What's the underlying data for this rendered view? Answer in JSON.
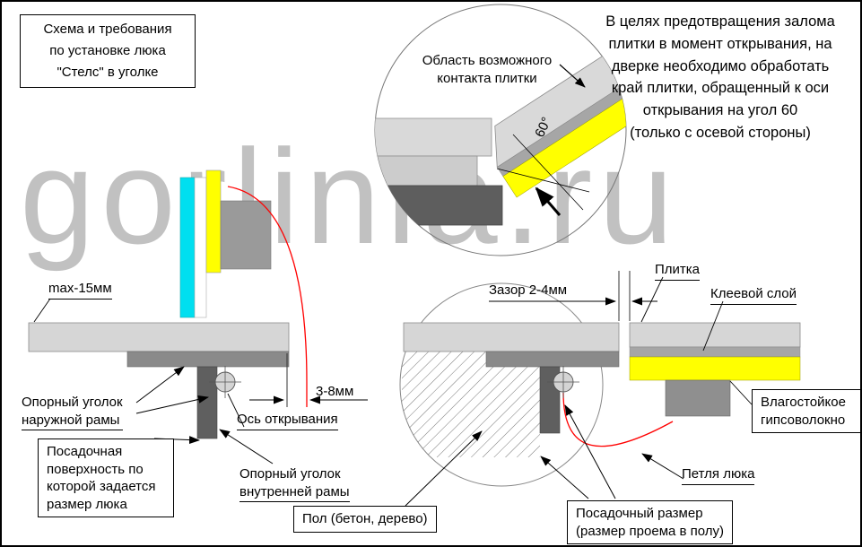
{
  "watermark": "gorlinia.ru",
  "title_box": {
    "text": "Схема и требования\nпо установке люка\n\"Стелс\" в уголке"
  },
  "note": {
    "text": "В целях предотвращения залома\nплитки в момент открывания, на\nдверке необходимо обработать\nкрай плитки, обращенный к оси\nоткрывания на угол 60\n(только с осевой стороны)"
  },
  "detail": {
    "contact_label": "Область возможного\nконтакта плитки",
    "angle_label": "60°"
  },
  "left_view": {
    "max_label": "max-15мм",
    "outer_corner_label": "Опорный уголок\nнаружной рамы",
    "seat_surface_label": "Посадочная\nповерхность по\nкоторой задается\nразмер люка",
    "axis_label": "Ось открывания",
    "gap_label": "3-8мм",
    "inner_corner_label": "Опорный уголок\nвнутренней рамы"
  },
  "right_view": {
    "gap_label": "Зазор 2-4мм",
    "tile_label": "Плитка",
    "glue_label": "Клеевой слой",
    "gypsum_label": "Влагостойкое\nгипсоволокно",
    "hinge_label": "Петля люка",
    "floor_label": "Пол (бетон, дерево)",
    "seat_size_label": "Посадочный размер\n(размер проема в полу)"
  },
  "colors": {
    "tile_cyan": "#00dff0",
    "gypsum_yellow": "#ffff00",
    "hinge_red": "#ff0000",
    "slab_light": "#d6d6d6",
    "steel_medium": "#8a8a8a",
    "steel_dark": "#5f5f5f",
    "watermark_gray": "#8f8f8f"
  }
}
